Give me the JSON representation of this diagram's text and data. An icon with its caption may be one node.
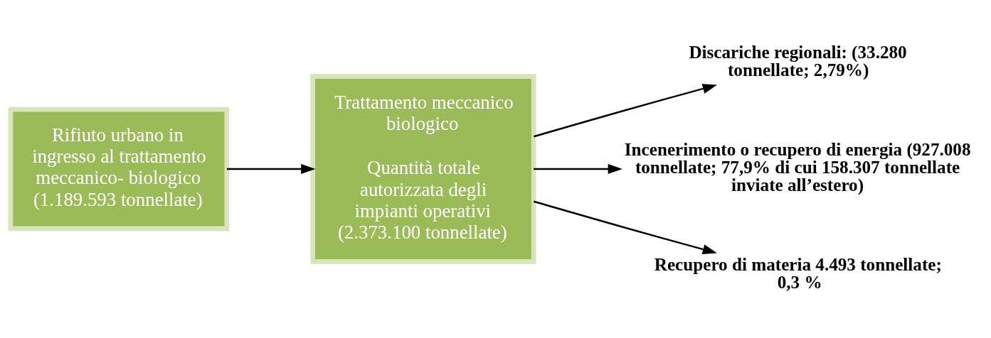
{
  "diagram": {
    "nodes": [
      {
        "text": [
          "Rifiuto urbano in ingresso al trattamento meccanico- biologico (1.189.593 tonnellate)"
        ]
      },
      {
        "text": [
          "Trattamento meccanico biologico",
          "Quantità totale autorizzata degli impianti operativi (2.373.100 tonnellate)"
        ]
      },
      {
        "text": [
          "Discariche regionali: (33.280 tonnellate; 2,79%)"
        ]
      },
      {
        "text": [
          "Incenerimento o recupero di energia (927.008 tonnellate; 77,9% di cui 158.307 tonnellate inviate all’estero)"
        ]
      },
      {
        "text": [
          "Recupero di materia 4.493 tonnellate; 0,3 %"
        ]
      }
    ],
    "edges": [
      {
        "from": 0,
        "to": 1,
        "arrow": "to"
      },
      {
        "from": 1,
        "to": 2,
        "arrow": "to"
      },
      {
        "from": 1,
        "to": 3,
        "arrow": "to"
      },
      {
        "from": 1,
        "to": 4,
        "arrow": "to"
      }
    ]
  }
}
